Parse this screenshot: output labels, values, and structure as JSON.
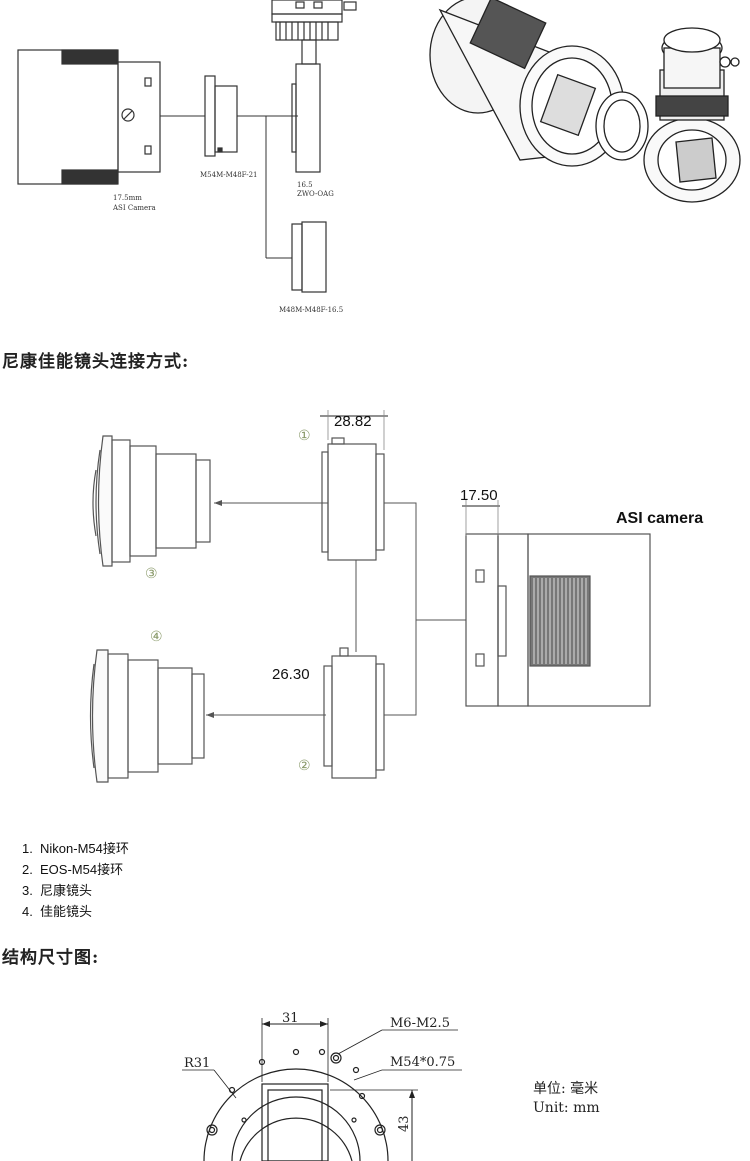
{
  "top_diagram": {
    "label_camera": "17.5mm\nASI Camera",
    "label_camera_l1": "17.5mm",
    "label_camera_l2": "ASI Camera",
    "label_adapter": "M54M-M48F-21",
    "label_oag_l1": "16.5",
    "label_oag_l2": "ZWO-OAG",
    "label_spacer": "M48M-M48F-16.5"
  },
  "section_nikon_canon": {
    "heading": "尼康佳能镜头连接方式:",
    "dim_top": "28.82",
    "dim_camera": "17.50",
    "dim_bottom": "26.30",
    "camera_label": "ASI camera",
    "markers": [
      "①",
      "②",
      "③",
      "④"
    ]
  },
  "legend": [
    {
      "num": "1.",
      "text": "Nikon-M54接环"
    },
    {
      "num": "2.",
      "text": "EOS-M54接环"
    },
    {
      "num": "3.",
      "text": "尼康镜头"
    },
    {
      "num": "4.",
      "text": "佳能镜头"
    }
  ],
  "section_dimensions": {
    "heading": "结构尺寸图:",
    "dim_width": "31",
    "dim_screw": "M6-M2.5",
    "dim_radius": "R31",
    "dim_thread": "M54*0.75",
    "dim_height": "43",
    "unit_cn": "单位: 毫米",
    "unit_en": "Unit: mm"
  }
}
